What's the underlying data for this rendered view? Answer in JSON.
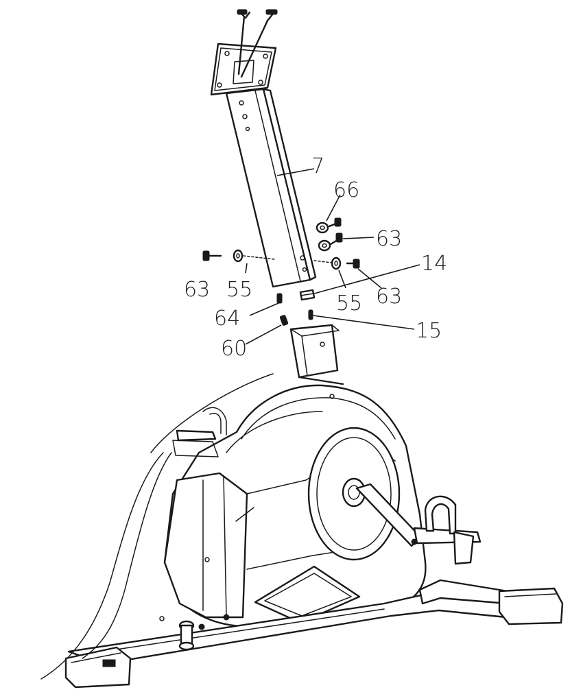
{
  "callouts": {
    "p7": "7",
    "p66": "66",
    "p63_right_top": "63",
    "p14": "14",
    "p63_left": "63",
    "p55_left": "55",
    "p55_right": "55",
    "p63_right_bottom": "63",
    "p64": "64",
    "p15": "15",
    "p60": "60"
  },
  "colors": {
    "line": "#1a1a1a",
    "background": "#ffffff"
  }
}
